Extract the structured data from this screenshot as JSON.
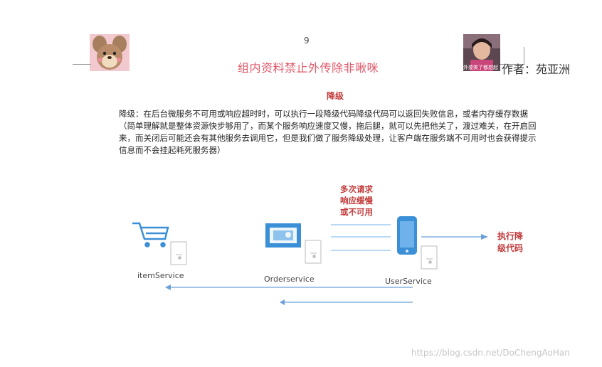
{
  "header": {
    "page_number": "9",
    "watermark": "组内资料禁止外传除非啾咪",
    "author": "作者：苑亚洲",
    "avatar2_caption": "外婆笑了都想起"
  },
  "section": {
    "title": "降级",
    "description": "降级：在后台微服务不可用或响应超时时，可以执行一段降级代码降级代码可以返回失败信息，或者内存缓存数据（简单理解就是整体资源快步够用了，而某个服务响应速度又慢，拖后腿，就可以先把他关了，渡过难关，在开启回来，而关闭后可能还会有其他服务去调用它，但是我们做了服务降级处理，让客户端在服务端不可用时也会获得提示信息而不会挂起耗死服务器）"
  },
  "diagram": {
    "warning_lines": [
      "多次请求",
      "响应缓慢",
      "或不可用"
    ],
    "action_lines": [
      "执行降",
      "级代码"
    ],
    "services": {
      "item": "itemService",
      "order": "Orderservice",
      "user": "UserService"
    },
    "colors": {
      "accent_red": "#c23b3b",
      "arrow_blue": "#6aa0d8",
      "icon_blue": "#3b8fd6"
    }
  },
  "footer": {
    "credit": "https://blog.csdn.net/DoChengAoHan"
  }
}
